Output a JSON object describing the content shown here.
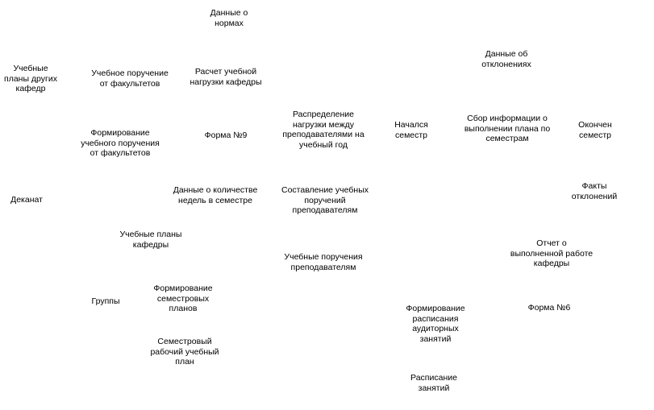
{
  "nodes": {
    "dannye_o_normah": "Данные о\nнормах",
    "uchebnye_plany_drugih_kafedr": "Учебные\nпланы других\nкафедр",
    "uchebnoe_poruchenie_ot_fakultetov": "Учебное поручение\nот факультетов",
    "raschet_uchebnoy_nagruzki": "Расчет учебной\nнагрузки кафедры",
    "dannye_ob_otkloneniyah": "Данные об\nотклонениях",
    "raspredelenie_nagruzki": "Распределение\nнагрузки между\nпреподавателями на\nучебный год",
    "nachalsya_semestr": "Начался\nсеместр",
    "sbor_informacii": "Сбор информации о\nвыполнении плана по\nсеместрам",
    "okonchen_semestr": "Окончен\nсеместр",
    "formirovanie_uchebnogo_porucheniya": "Формирование\nучебного поручения\nот факультетов",
    "forma_9": "Форма №9",
    "dekanat": "Деканат",
    "dannye_o_kolichestve_nedel": "Данные о количестве\nнедель в семестре",
    "sostavlenie_uchebnyh_porucheniy": "Составление учебных\nпоручений\nпреподавателям",
    "fakty_otkloneniy": "Факты\nотклонений",
    "uchebnye_plany_kafedry": "Учебные планы\nкафедры",
    "otchet_o_vypolnennoy_rabote": "Отчет о\nвыполненной работе\nкафедры",
    "uchebnye_porucheniya_prepodavatelyam": "Учебные поручения\nпреподавателям",
    "gruppy": "Группы",
    "formirovanie_semestrovyh_planov": "Формирование\nсеместровых\nпланов",
    "formirovanie_raspisaniya": "Формирование\nрасписания\nаудиторных\nзанятий",
    "forma_6": "Форма №6",
    "semestrovyy_rabochiy_plan": "Семестровый\nрабочий учебный\nплан",
    "raspisanie_zanyatiy": "Расписание\nзанятий"
  }
}
